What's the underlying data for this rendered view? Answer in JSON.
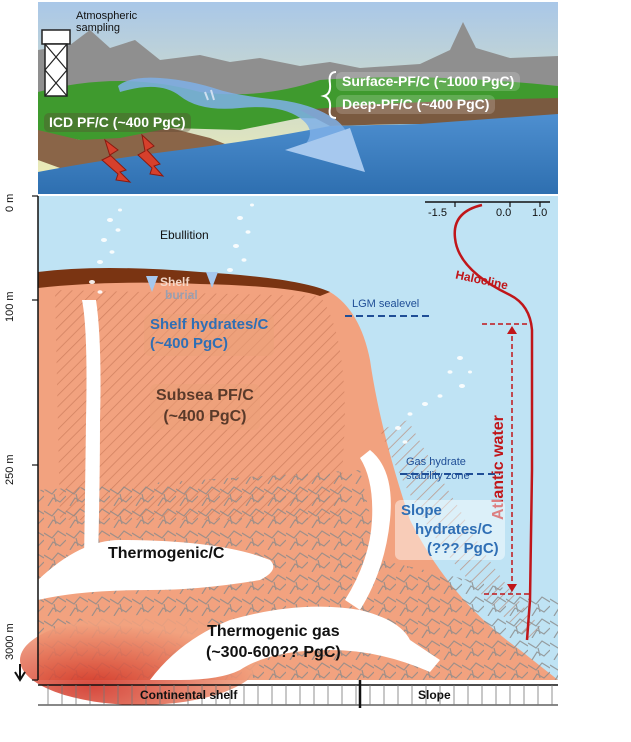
{
  "top_panel": {
    "tower_label": "Atmospheric sampling",
    "surface_pf": "Surface-PF/C (~1000 PgC)",
    "deep_pf": "Deep-PF/C (~400 PgC)",
    "icd_pf": "ICD PF/C (~400 PgC)"
  },
  "depth_axis": {
    "ticks": [
      "0 m",
      "100 m",
      "250 m",
      "3000 m"
    ]
  },
  "salinity_axis": {
    "ticks": [
      "-1.5",
      "0.0",
      "1.0"
    ]
  },
  "labels": {
    "ebullition": "Ebullition",
    "shelf": "Shelf",
    "burial": "burial",
    "shelf_hydrates_1": "Shelf hydrates/C",
    "shelf_hydrates_2": "(~400 PgC)",
    "subsea_pf_1": "Subsea PF/C",
    "subsea_pf_2": "(~400 PgC)",
    "lgm": "LGM sealevel",
    "halocline": "Halocline",
    "atlantic": "Atlantic water",
    "gas_hydrate_1": "Gas hydrate",
    "gas_hydrate_2": "stability zone",
    "slope_hydrates_1": "Slope",
    "slope_hydrates_2": "hydrates/C",
    "slope_hydrates_3": "(??? PgC)",
    "thermogenic_c": "Thermogenic/C",
    "thermo_gas_1": "Thermogenic gas",
    "thermo_gas_2": "(~300-600?? PgC)"
  },
  "bottom_axis": {
    "continental_shelf": "Continental shelf",
    "slope": "Slope"
  },
  "colors": {
    "sky_top": "#a9c7e8",
    "sky_bottom": "#f3efb0",
    "ocean": "#bfe3f4",
    "sediment": "#f2a27f",
    "sediment_dark": "#e2826a",
    "shelf_crust": "#7a3412",
    "thermo_red": "#d6402c",
    "grass": "#3f9a2e",
    "river": "#7fb0e8",
    "label_blue": "#2f6fb5",
    "label_dark": "#5a3a2a",
    "halocline_red": "#c0161a",
    "lgm_blue": "#1f4e96"
  }
}
